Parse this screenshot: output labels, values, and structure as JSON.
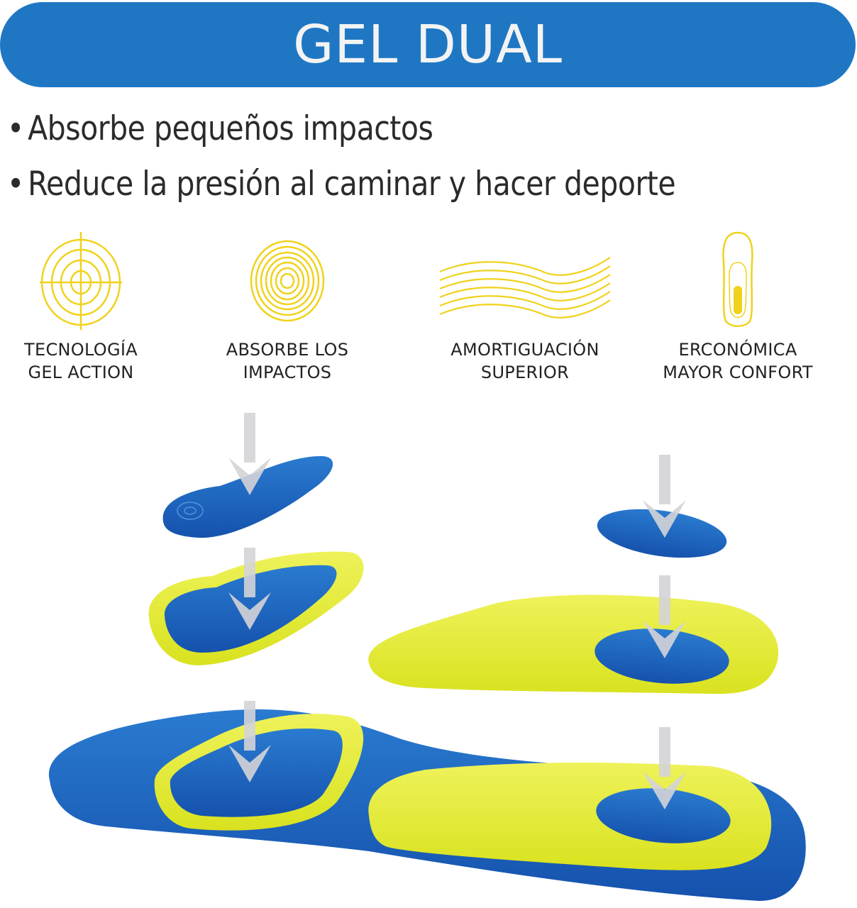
{
  "banner": {
    "title": "GEL DUAL",
    "color": "#1f77c4"
  },
  "bullets": [
    {
      "marker": "•",
      "text": "Absorbe pequeños impactos"
    },
    {
      "marker": "•",
      "text": "Reduce la presión al caminar y hacer deporte"
    }
  ],
  "features": [
    {
      "icon": "crosshair-target-icon",
      "line1": "TECNOLOGÍA",
      "line2": "GEL ACTION"
    },
    {
      "icon": "concentric-circles-icon",
      "line1": "ABSORBE LOS",
      "line2": "IMPACTOS"
    },
    {
      "icon": "wavy-lines-icon",
      "line1": "AMORTIGUACIÓN",
      "line2": "SUPERIOR"
    },
    {
      "icon": "insole-outline-icon",
      "line1": "ERCONÓMICA",
      "line2": "MAYOR CONFORT"
    }
  ],
  "colors": {
    "gel_blue": "#1e5fbf",
    "gel_yellow": "#e8ef3a",
    "icon_yellow": "#f0d21c",
    "arrow_gray": "#d4d4d8"
  }
}
